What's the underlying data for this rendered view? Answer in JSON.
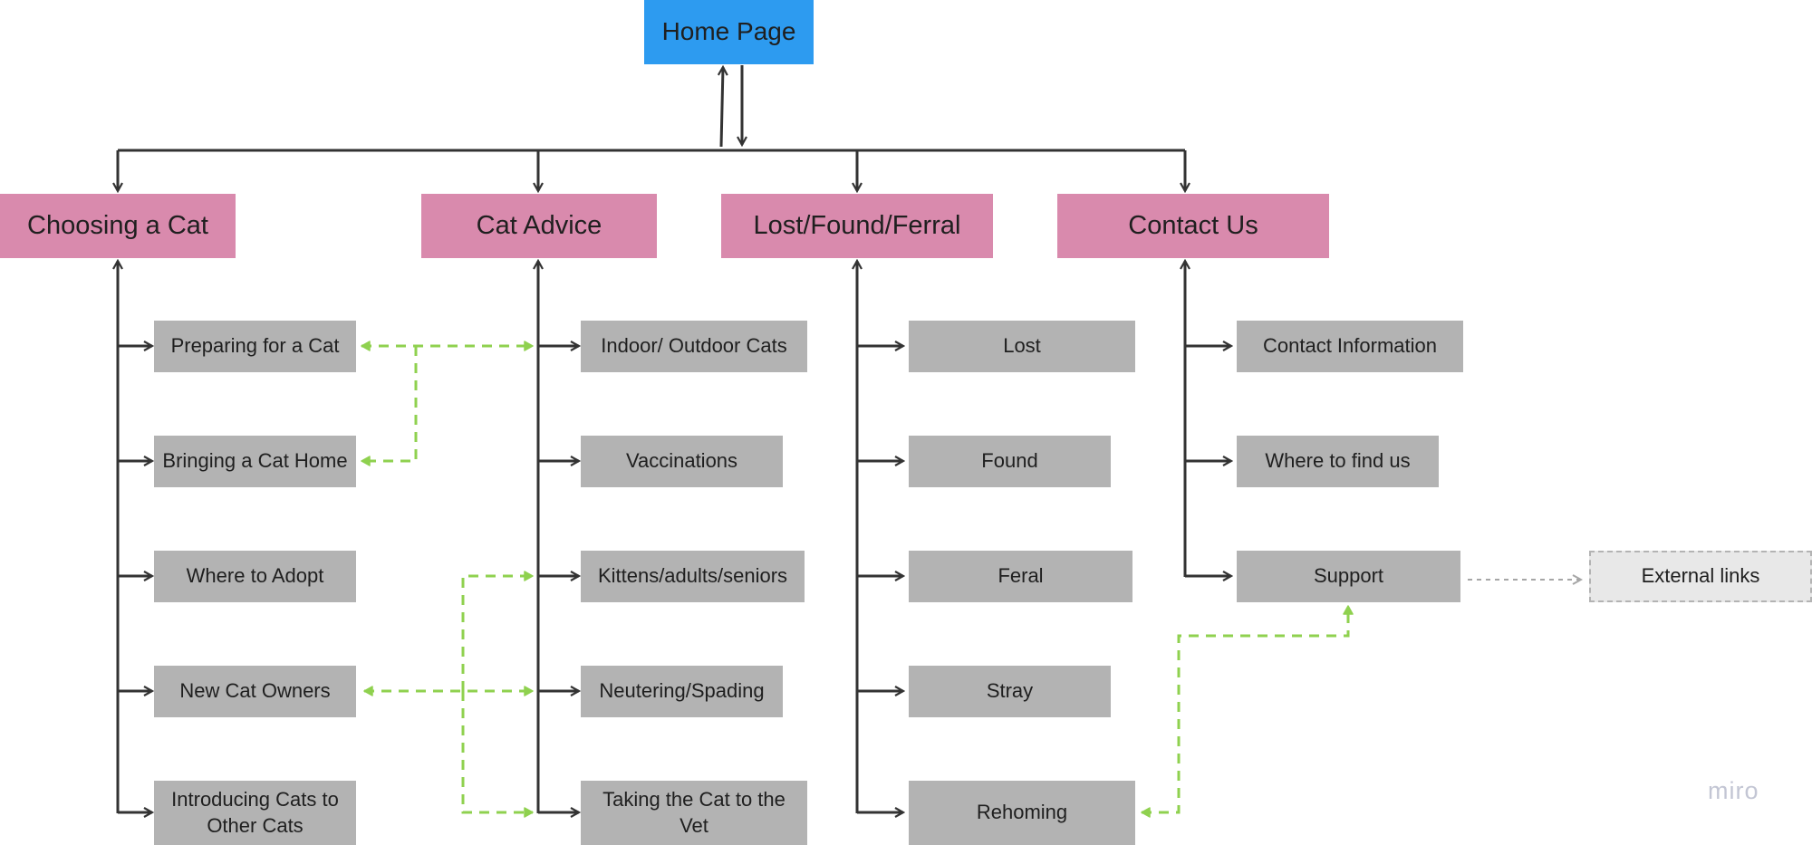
{
  "home": {
    "label": "Home Page"
  },
  "sections": {
    "choosing": {
      "label": "Choosing a Cat",
      "pages": {
        "preparing": "Preparing for a Cat",
        "bringing": "Bringing a Cat Home",
        "adopt": "Where to Adopt",
        "new_owners": "New Cat Owners",
        "introducing": "Introducing Cats to Other Cats"
      }
    },
    "advice": {
      "label": "Cat Advice",
      "pages": {
        "indoor": "Indoor/ Outdoor Cats",
        "vaccinations": "Vaccinations",
        "kittens": "Kittens/adults/seniors",
        "neutering": "Neutering/Spading",
        "vet": "Taking the Cat to the Vet"
      }
    },
    "lost": {
      "label": "Lost/Found/Ferral",
      "pages": {
        "lost": "Lost",
        "found": "Found",
        "feral": "Feral",
        "stray": "Stray",
        "rehoming": "Rehoming"
      }
    },
    "contact": {
      "label": "Contact Us",
      "pages": {
        "info": "Contact Information",
        "where": "Where to find us",
        "support": "Support"
      }
    }
  },
  "external": {
    "label": "External links"
  },
  "watermark": "miro",
  "colors": {
    "home": "#2d9bf0",
    "section": "#d98aad",
    "page": "#b3b3b3",
    "external": "#e8e8e8",
    "hierarchy_line": "#333333",
    "cross_link": "#8fd14f",
    "external_link": "#a6a6a6"
  }
}
